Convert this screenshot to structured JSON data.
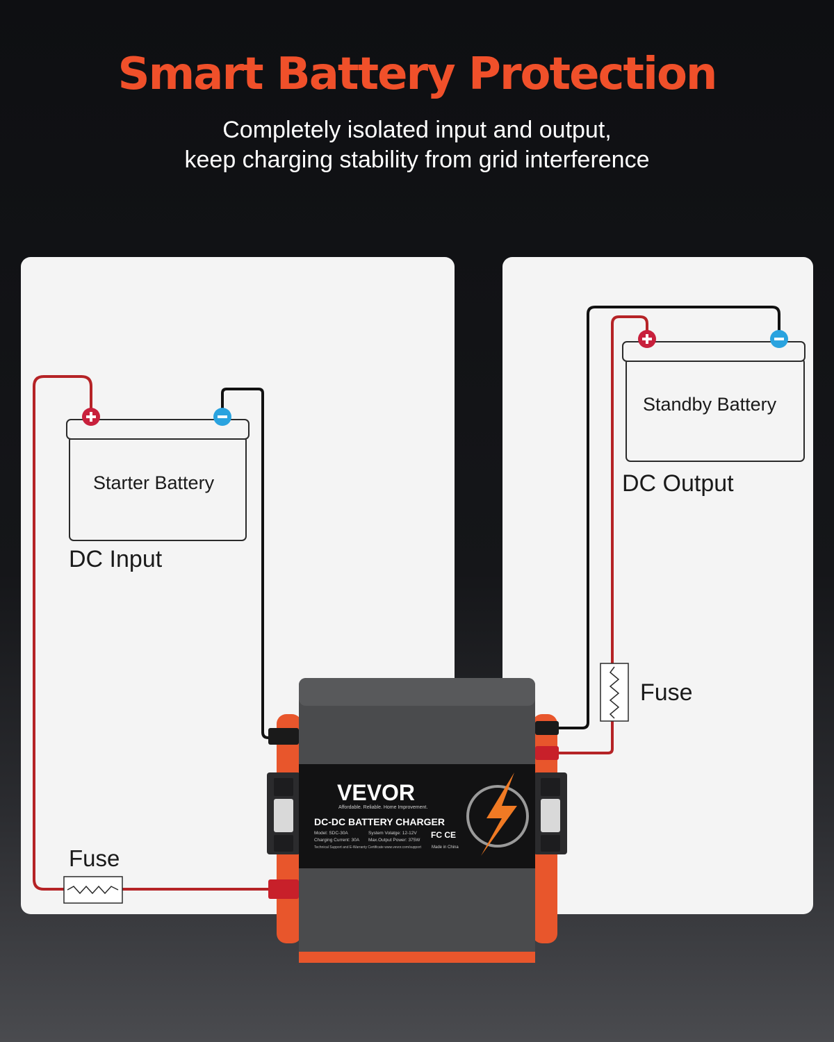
{
  "header": {
    "title": "Smart Battery Protection",
    "subtitle_line1": "Completely isolated input and output,",
    "subtitle_line2": "keep charging stability from grid interference"
  },
  "left_panel": {
    "battery_label": "Starter Battery",
    "caption": "DC Input",
    "fuse_label": "Fuse"
  },
  "right_panel": {
    "battery_label": "Standby Battery",
    "caption": "DC Output",
    "fuse_label": "Fuse"
  },
  "device": {
    "brand": "VEVOR",
    "tagline": "Affordable. Reliable. Home Improvement.",
    "product": "DC-DC BATTERY CHARGER",
    "spec_model": "Model: SDC-30A",
    "spec_voltage": "System Volatge: 12-12V",
    "spec_current": "Charging Current: 30A",
    "spec_power": "Max.Output Power: 375W",
    "support": "Technical Support and E-Warranty Certificate www.vevor.com/support",
    "cert": "FC CE",
    "origin": "Made in China"
  },
  "colors": {
    "accent": "#f0502a",
    "positive_wire": "#b52326",
    "negative_wire": "#111111",
    "positive_terminal": "#c8203c",
    "negative_terminal": "#2aa3df",
    "device_body": "#4a4b4d",
    "device_trim": "#e8562c"
  }
}
